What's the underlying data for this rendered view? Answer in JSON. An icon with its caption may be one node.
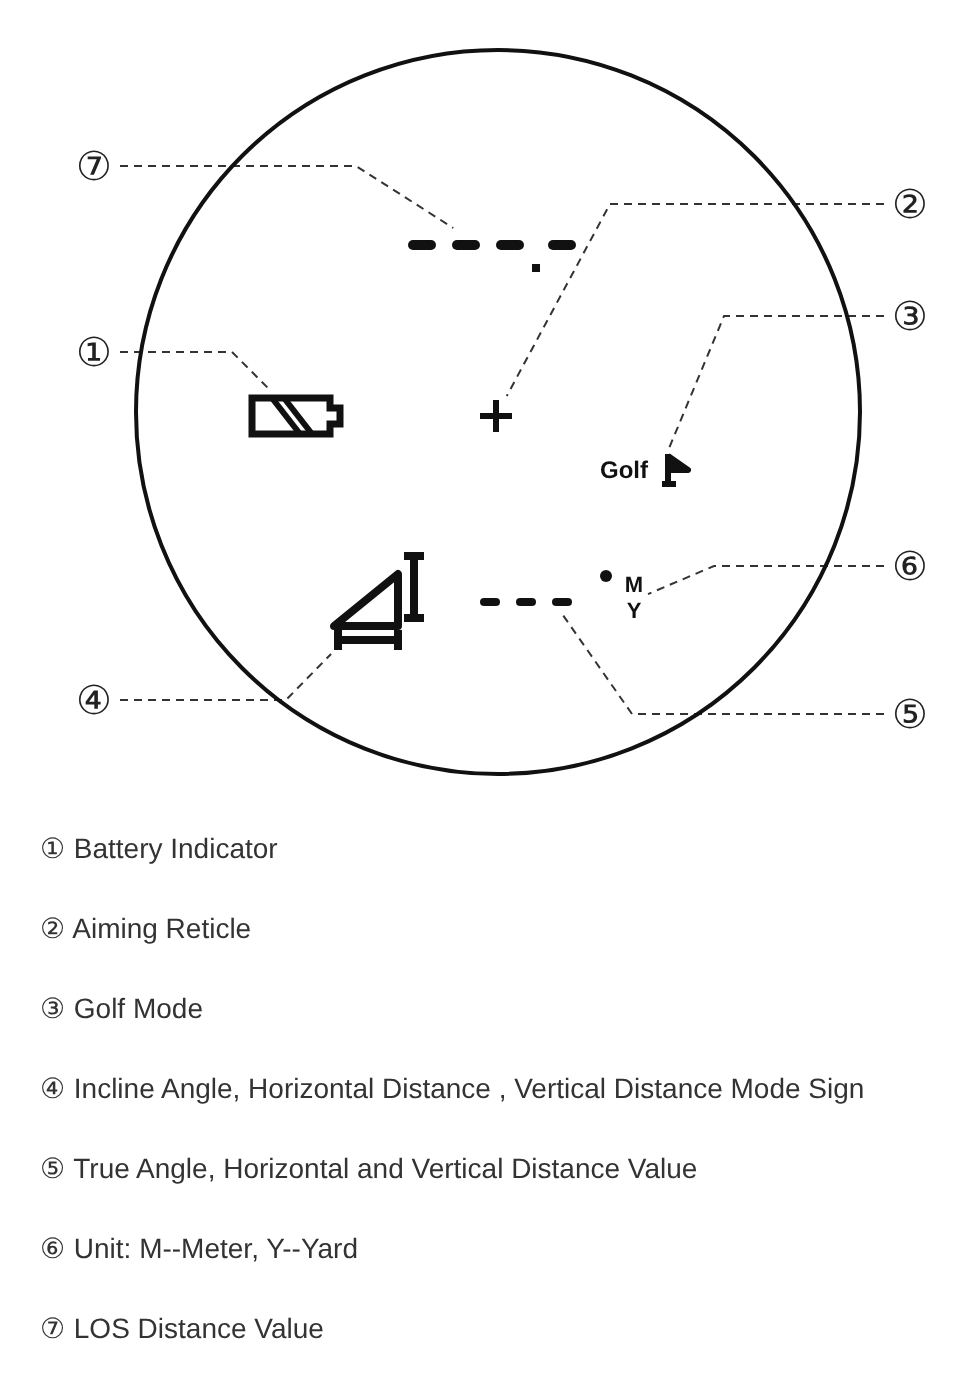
{
  "diagram": {
    "nodes": [
      {
        "text": [],
        "shape": "circle"
      },
      {
        "text": [
          "⑦"
        ]
      },
      {
        "text": [],
        "shape": "dashes",
        "in": 0
      },
      {
        "text": [
          "②"
        ]
      },
      {
        "text": [],
        "shape": "cross",
        "in": 0
      },
      {
        "text": [
          "③"
        ]
      },
      {
        "text": [
          "Golf"
        ],
        "in": 0
      },
      {
        "text": [
          "①"
        ]
      },
      {
        "text": [],
        "shape": "battery",
        "in": 0
      },
      {
        "text": [
          "⑥"
        ]
      },
      {
        "text": [
          "M",
          "Y"
        ],
        "in": 0
      },
      {
        "text": [
          "④"
        ]
      },
      {
        "text": [],
        "shape": "triangle",
        "in": 0
      },
      {
        "text": [
          "⑤"
        ]
      },
      {
        "text": [],
        "shape": "dashes",
        "in": 0
      }
    ],
    "edges": [
      {
        "from": 1,
        "to": 2,
        "arrow": "none",
        "style": "dashed"
      },
      {
        "from": 3,
        "to": 4,
        "arrow": "none",
        "style": "dashed"
      },
      {
        "from": 5,
        "to": 6,
        "arrow": "none",
        "style": "dashed"
      },
      {
        "from": 7,
        "to": 8,
        "arrow": "none",
        "style": "dashed"
      },
      {
        "from": 9,
        "to": 10,
        "arrow": "none",
        "style": "dashed"
      },
      {
        "from": 11,
        "to": 12,
        "arrow": "none",
        "style": "dashed"
      },
      {
        "from": 13,
        "to": 14,
        "arrow": "none",
        "style": "dashed"
      }
    ],
    "labels": [
      "① Battery Indicator",
      "② Aiming Reticle",
      "③ Golf Mode",
      "④ Incline Angle, Horizontal Distance , Vertical Distance Mode Sign",
      "⑤ True Angle, Horizontal and Vertical Distance Value",
      "⑥ Unit: M--Meter, Y--Yard",
      "⑦ LOS Distance Value"
    ]
  }
}
